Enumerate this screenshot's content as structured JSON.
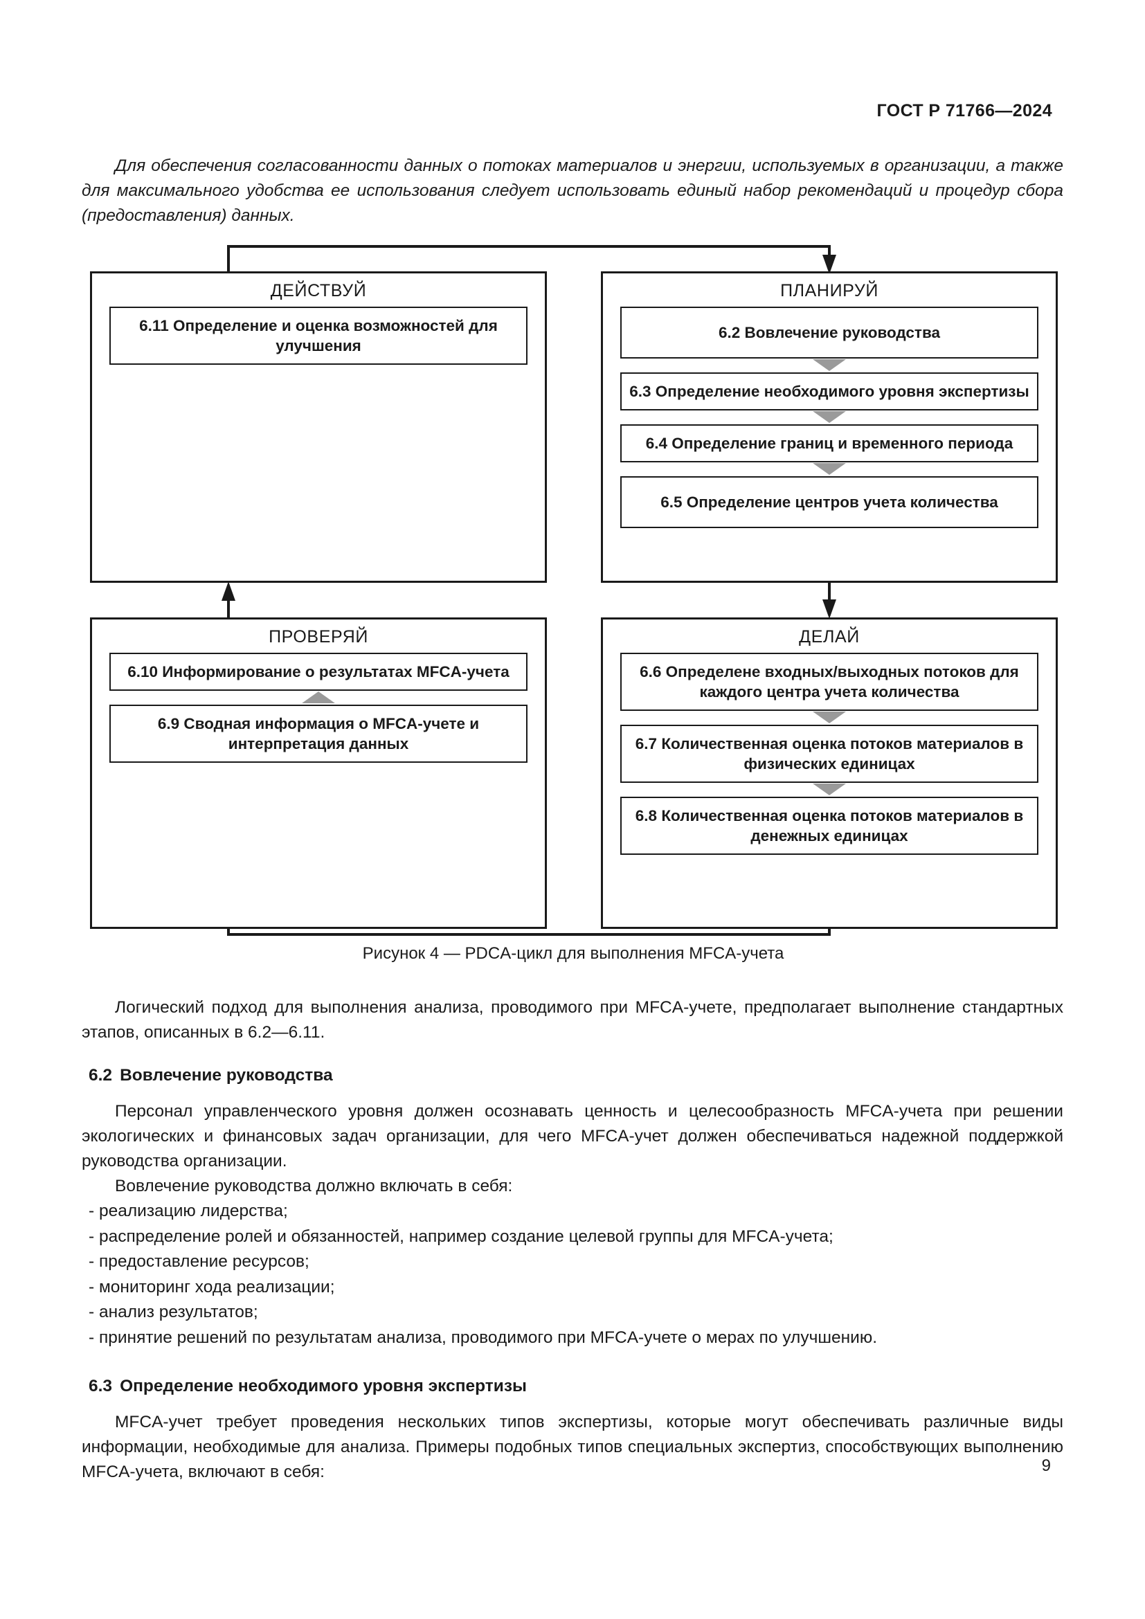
{
  "header": {
    "standard": "ГОСТ Р 71766—2024"
  },
  "intro": {
    "text": "Для обеспечения согласованности данных о потоках материалов и энергии, используемых в организации, а также для максимального удобства ее использования следует использовать единый набор рекомендаций и процедур сбора (предоставления) данных."
  },
  "figure": {
    "caption": "Рисунок 4 — PDCA-цикл для выполнения MFCA-учета",
    "quadrants": [
      {
        "id": "act",
        "title": "ДЕЙСТВУЙ",
        "steps": [
          "6.11 Определение и оценка возможностей для улучшения"
        ]
      },
      {
        "id": "plan",
        "title": "ПЛАНИРУЙ",
        "steps": [
          "6.2 Вовлечение руководства",
          "6.3 Определение необходимого уровня экспертизы",
          "6.4 Определение границ и временного периода",
          "6.5 Определение центров учета количества"
        ]
      },
      {
        "id": "check",
        "title": "ПРОВЕРЯЙ",
        "steps": [
          "6.10 Информирование о результатах MFCA-учета",
          "6.9 Сводная информация о MFCA-учете и  интерпретация данных"
        ]
      },
      {
        "id": "do",
        "title": "ДЕЛАЙ",
        "steps": [
          "6.6 Определене входных/выходных потоков для каждого центра учета количества",
          "6.7 Количественная оценка потоков материалов в физических единицах",
          "6.8 Количественная оценка потоков материалов в денежных единицах"
        ]
      }
    ],
    "arrow_color": "#9a9a9a",
    "line_color": "#1a1a1a"
  },
  "body": {
    "p_logic": "Логический подход для выполнения анализа, проводимого при MFCA-учете, предполагает выполнение стандартных этапов, описанных в 6.2—6.11.",
    "section_62": {
      "number": "6.2",
      "title": "Вовлечение руководства",
      "p1": "Персонал управленческого уровня должен осознавать ценность и целесообразность MFCA-учета при решении экологических и финансовых задач организации, для чего MFCA-учет должен обеспечиваться надежной поддержкой руководства организации.",
      "p2": "Вовлечение руководства должно включать в себя:",
      "items": [
        "- реализацию лидерства;",
        "- распределение ролей и обязанностей, например создание целевой группы для MFCA-учета;",
        "- предоставление ресурсов;",
        "- мониторинг хода реализации;",
        "- анализ результатов;",
        "- принятие решений по результатам анализа, проводимого при MFCA-учете о мерах по улучшению."
      ]
    },
    "section_63": {
      "number": "6.3",
      "title": "Определение необходимого уровня экспертизы",
      "p1": "MFCA-учет требует проведения нескольких типов экспертизы, которые могут обеспечивать различные виды информации, необходимые для анализа. Примеры подобных типов специальных экспертиз, способствующих выполнению MFCA-учета, включают в себя:"
    }
  },
  "footer": {
    "page_number": "9"
  }
}
